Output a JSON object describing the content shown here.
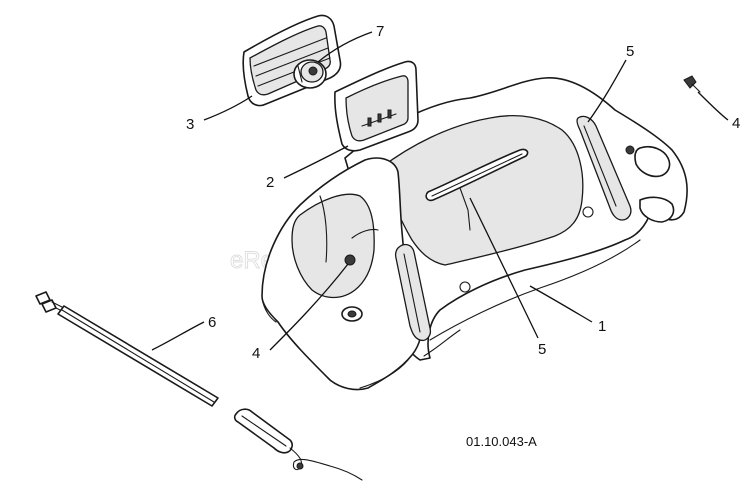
{
  "callouts": [
    {
      "id": "c1",
      "label": "1"
    },
    {
      "id": "c2",
      "label": "2"
    },
    {
      "id": "c3",
      "label": "3"
    },
    {
      "id": "c4a",
      "label": "4"
    },
    {
      "id": "c4b",
      "label": "4"
    },
    {
      "id": "c5a",
      "label": "5"
    },
    {
      "id": "c5b",
      "label": "5"
    },
    {
      "id": "c6",
      "label": "6"
    },
    {
      "id": "c7",
      "label": "7"
    }
  ],
  "drawing_code": "01.10.043-A",
  "watermark": "eReplacementParts.com"
}
